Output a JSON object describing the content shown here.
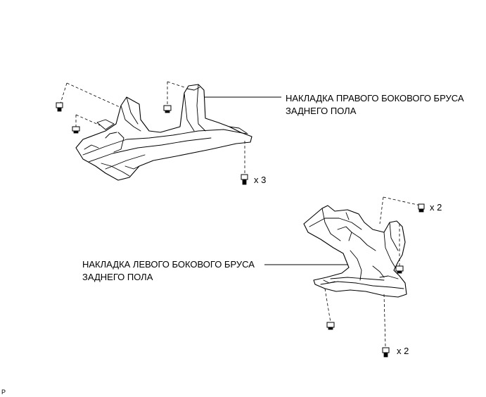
{
  "labels": {
    "right_cover_line1": "НАКЛАДКА ПРАВОГО БОКОВОГО БРУСА",
    "right_cover_line2": "ЗАДНЕГО ПОЛА",
    "left_cover_line1": "НАКЛАДКА ЛЕВОГО БОКОВОГО БРУСА",
    "left_cover_line2": "ЗАДНЕГО ПОЛА"
  },
  "quantities": {
    "right_bolts": "x 3",
    "left_bolts_upper": "x 2",
    "left_bolts_lower": "x 2"
  },
  "corner_mark": "P"
}
